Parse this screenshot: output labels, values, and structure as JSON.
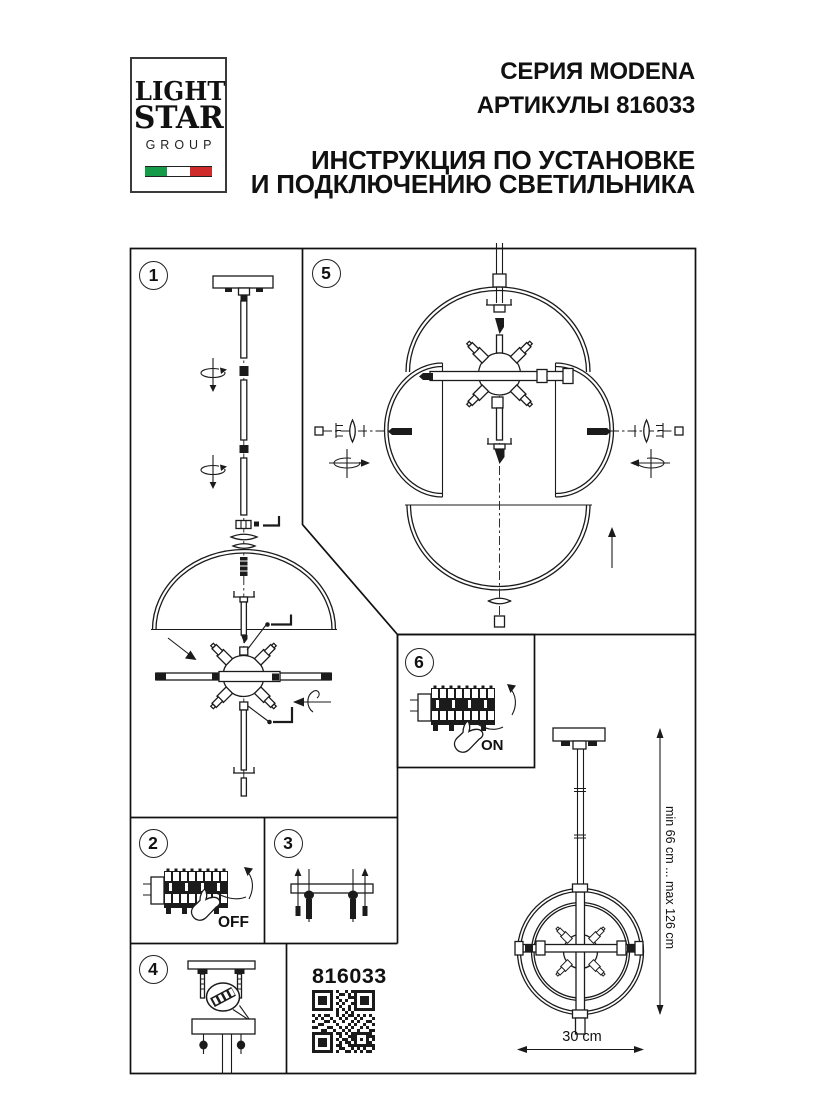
{
  "logo": {
    "line1": "LIGHT",
    "line2": "STAR",
    "line3": "GROUP",
    "flag_green": "#169b48",
    "flag_white": "#ffffff",
    "flag_red": "#d02b2b"
  },
  "header": {
    "series": "СЕРИЯ MODENA",
    "article": "АРТИКУЛЫ 816033",
    "instruction_line1": "ИНСТРУКЦИЯ ПО УСТАНОВКЕ",
    "instruction_line2": "И ПОДКЛЮЧЕНИЮ СВЕТИЛЬНИКА"
  },
  "steps": [
    {
      "number": "1"
    },
    {
      "number": "2"
    },
    {
      "number": "3"
    },
    {
      "number": "4"
    },
    {
      "number": "5"
    },
    {
      "number": "6"
    }
  ],
  "labels": {
    "switch_off": "OFF",
    "switch_on": "ON"
  },
  "dimensions": {
    "height_range": "min 66 cm ... max 126 cm",
    "diameter": "30 cm"
  },
  "product": {
    "article_number": "816033"
  },
  "line_color": "#1b1b1b"
}
